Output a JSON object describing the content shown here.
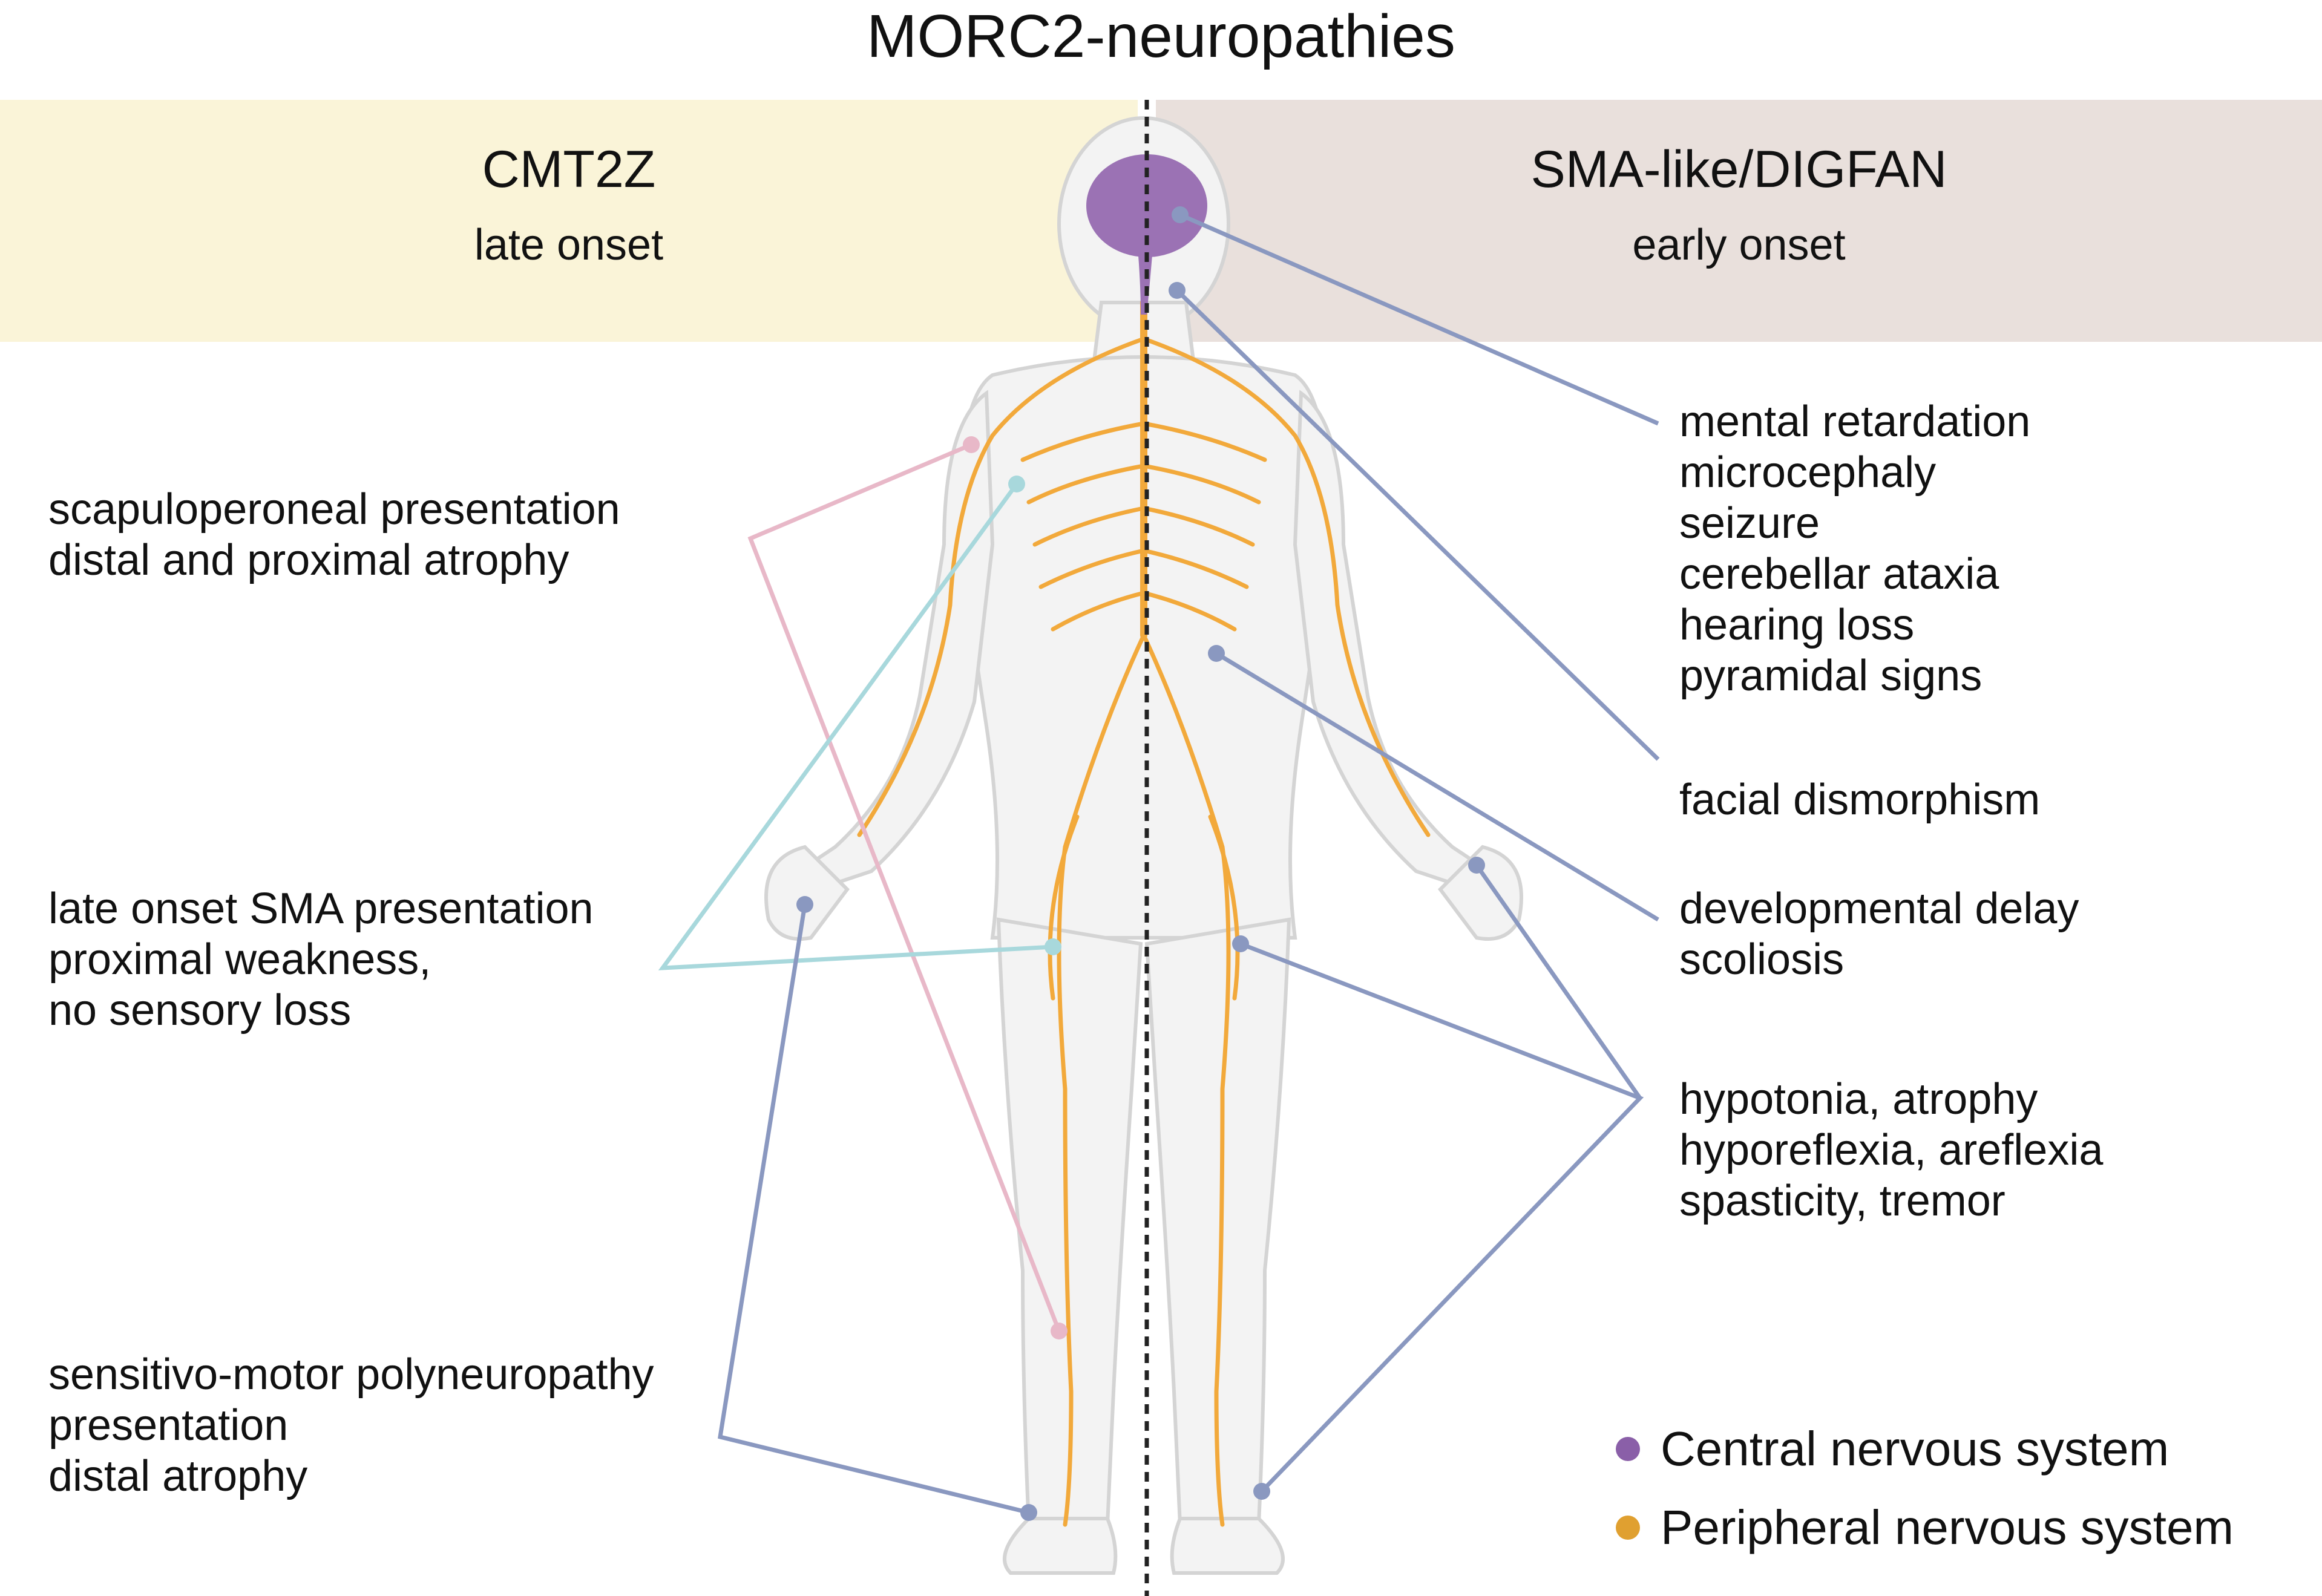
{
  "title": "MORC2-neuropathies",
  "left_panel": {
    "name": "CMT2Z",
    "onset": "late onset"
  },
  "right_panel": {
    "name": "SMA-like/DIGFAN",
    "onset": "early onset"
  },
  "left_groups": [
    {
      "lines": [
        "scapuloperoneal presentation",
        "distal and proximal atrophy"
      ],
      "connector_color": "#e8b8c8"
    },
    {
      "lines": [
        "late onset SMA presentation",
        "proximal weakness,",
        "no sensory loss"
      ],
      "connector_color": "#a8d8dc"
    },
    {
      "lines": [
        "sensitivo-motor polyneuropathy",
        "presentation",
        "distal atrophy"
      ],
      "connector_color": "#8a98c0"
    }
  ],
  "right_groups": [
    {
      "lines": [
        "mental retardation",
        "microcephaly",
        "seizure",
        "cerebellar ataxia",
        "hearing loss",
        "pyramidal signs"
      ]
    },
    {
      "lines": [
        "facial dismorphism"
      ]
    },
    {
      "lines": [
        "developmental delay",
        "scoliosis"
      ]
    },
    {
      "lines": [
        "hypotonia, atrophy",
        "hyporeflexia, areflexia",
        "spasticity, tremor"
      ]
    }
  ],
  "legend": [
    {
      "label": "Central nervous system",
      "color": "#8a5fa8"
    },
    {
      "label": "Peripheral nervous system",
      "color": "#e0a030"
    }
  ],
  "colors": {
    "connector_right": "#8a98c0",
    "brain": "#9b72b4",
    "nerve": "#f2a93b",
    "body_fill": "#f3f3f3",
    "body_stroke": "#d4d4d4",
    "divider": "#222222"
  }
}
